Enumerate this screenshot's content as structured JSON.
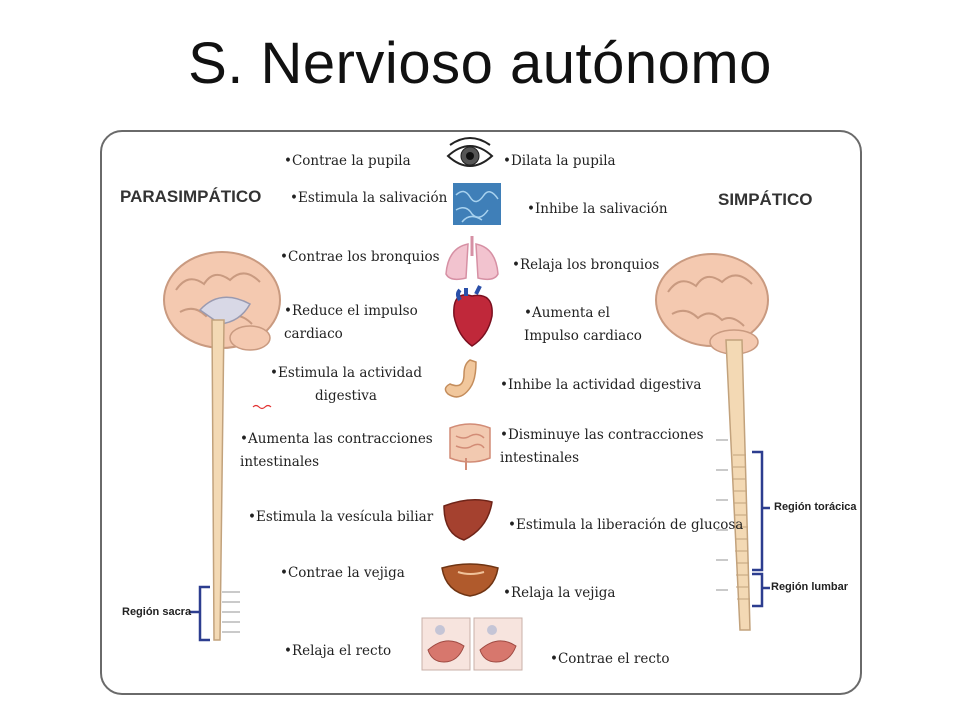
{
  "slide": {
    "title": "S. Nervioso autónomo"
  },
  "diagram": {
    "parasympathetic": {
      "title": "PARASIMPÁTICO",
      "region": "Región sacra",
      "effects": [
        "•Contrae  la pupila",
        "•Estimula la salivación",
        "•Contrae los bronquios",
        "•Reduce el impulso cardiaco",
        "•Estimula la actividad digestiva",
        "•Aumenta  las contracciones intestinales",
        "•Estimula la vesícula biliar",
        "•Contrae la vejiga",
        "•Relaja el recto"
      ]
    },
    "sympathetic": {
      "title": "SIMPÁTICO",
      "regions": [
        "Región torácica",
        "Región lumbar"
      ],
      "effects": [
        "•Dilata la pupila",
        "•Inhibe la salivación",
        "•Relaja los bronquios",
        "•Aumenta el Impulso cardiaco",
        "•Inhibe la actividad digestiva",
        "•Disminuye las contracciones intestinales",
        "•Estimula la liberación de glucosa",
        "•Relaja la vejiga",
        "•Contrae el recto"
      ]
    },
    "organs": [
      "eye",
      "salivary-gland",
      "lungs",
      "heart",
      "stomach",
      "intestines",
      "liver",
      "bladder",
      "rectum"
    ],
    "colors": {
      "brain": "#f4c9b0",
      "spinal_cord": "#f3d9b4",
      "bracket": "#2c3d8f",
      "frame": "#6a6a6a"
    }
  }
}
